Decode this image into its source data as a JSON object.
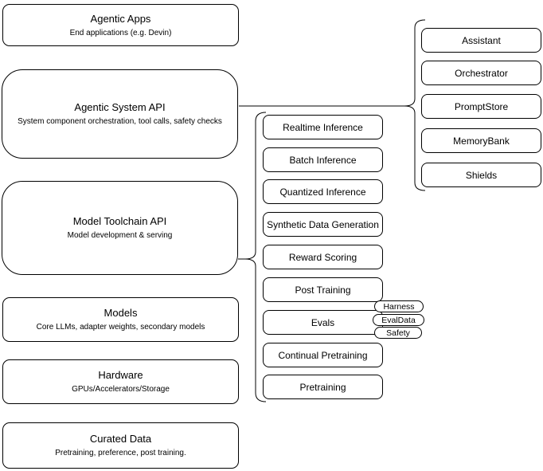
{
  "diagram": {
    "left_stack": [
      {
        "title": "Agentic Apps",
        "subtitle": "End applications (e.g. Devin)"
      },
      {
        "title": "Agentic System API",
        "subtitle": "System component orchestration, tool calls, safety checks"
      },
      {
        "title": "Model Toolchain API",
        "subtitle": "Model development & serving"
      },
      {
        "title": "Models",
        "subtitle": "Core LLMs, adapter weights, secondary models"
      },
      {
        "title": "Hardware",
        "subtitle": "GPUs/Accelerators/Storage"
      },
      {
        "title": "Curated Data",
        "subtitle": "Pretraining, preference, post training."
      }
    ],
    "toolchain_nodes": [
      "Realtime Inference",
      "Batch Inference",
      "Quantized Inference",
      "Synthetic Data Generation",
      "Reward Scoring",
      "Post Training",
      "Evals",
      "Continual Pretraining",
      "Pretraining"
    ],
    "eval_tags": [
      "Harness",
      "EvalData",
      "Safety"
    ],
    "system_nodes": [
      "Assistant",
      "Orchestrator",
      "PromptStore",
      "MemoryBank",
      "Shields"
    ],
    "colors": {
      "stroke": "#000000",
      "fill": "#ffffff",
      "text": "#000000"
    }
  }
}
